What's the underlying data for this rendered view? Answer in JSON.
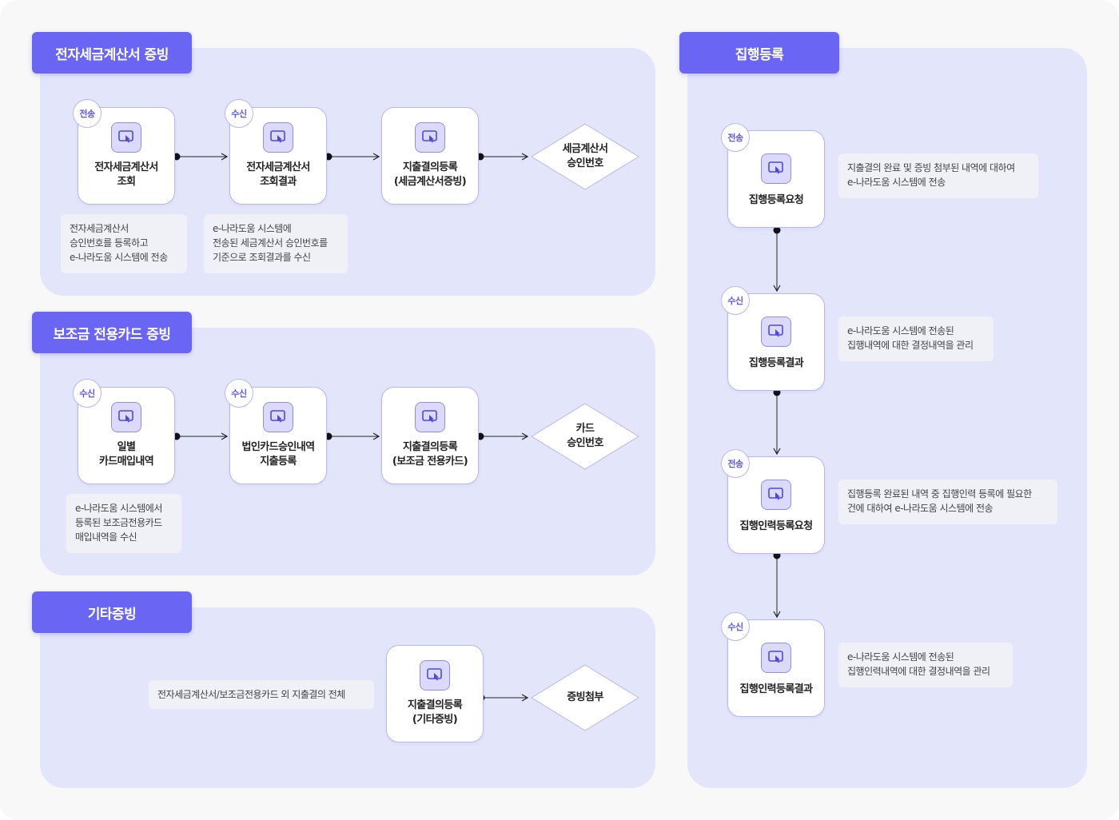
{
  "sections": {
    "tax_invoice": {
      "title": "전자세금계산서 증빙",
      "nodes": [
        {
          "badge": "전송",
          "label": "전자세금계산서\n조회"
        },
        {
          "badge": "수신",
          "label": "전자세금계산서\n조회결과"
        },
        {
          "label": "지출결의등록\n(세금계산서증빙)"
        }
      ],
      "diamond": "세금계산서\n승인번호",
      "descs": [
        "전자세금계산서\n승인번호를 등록하고\ne-나라도움 시스템에 전송",
        "e-나라도움 시스템에\n전송된 세금계산서 승인번호를\n기준으로 조회결과를 수신"
      ]
    },
    "subsidy_card": {
      "title": "보조금 전용카드 증빙",
      "nodes": [
        {
          "badge": "수신",
          "label": "일별\n카드매입내역"
        },
        {
          "badge": "수신",
          "label": "법인카드승인내역\n지출등록"
        },
        {
          "label": "지출결의등록\n(보조금 전용카드)"
        }
      ],
      "diamond": "카드\n승인번호",
      "descs": [
        "e-나라도움 시스템에서\n등록된 보조금전용카드\n매입내역을 수신"
      ]
    },
    "other": {
      "title": "기타증빙",
      "node": {
        "label": "지출결의등록\n(기타증빙)"
      },
      "diamond": "증빙첨부",
      "desc": "전자세금계산서/보조금전용카드 외 지출결의 전체"
    },
    "execution": {
      "title": "집행등록",
      "nodes": [
        {
          "badge": "전송",
          "label": "집행등록요청",
          "desc": "지출결의 완료 및 증빙 첨부된 내역에 대하여\ne-나라도움 시스템에 전송"
        },
        {
          "badge": "수신",
          "label": "집행등록결과",
          "desc": "e-나라도움 시스템에 전송된\n집행내역에 대한 결정내역을 관리"
        },
        {
          "badge": "전송",
          "label": "집행인력등록요청",
          "desc": "집행등록 완료된 내역 중 집행인력 등록에 필요한\n건에 대하여 e-나라도움 시스템에 전송"
        },
        {
          "badge": "수신",
          "label": "집행인력등록결과",
          "desc": "e-나라도움 시스템에 전송된\n집행인력내역에 대한 결정내역을 관리"
        }
      ]
    }
  },
  "icon": "touch-screen-icon",
  "colors": {
    "accent": "#6a66f3",
    "panel": "#e3e6fb",
    "node_border": "#b8b6ee"
  }
}
